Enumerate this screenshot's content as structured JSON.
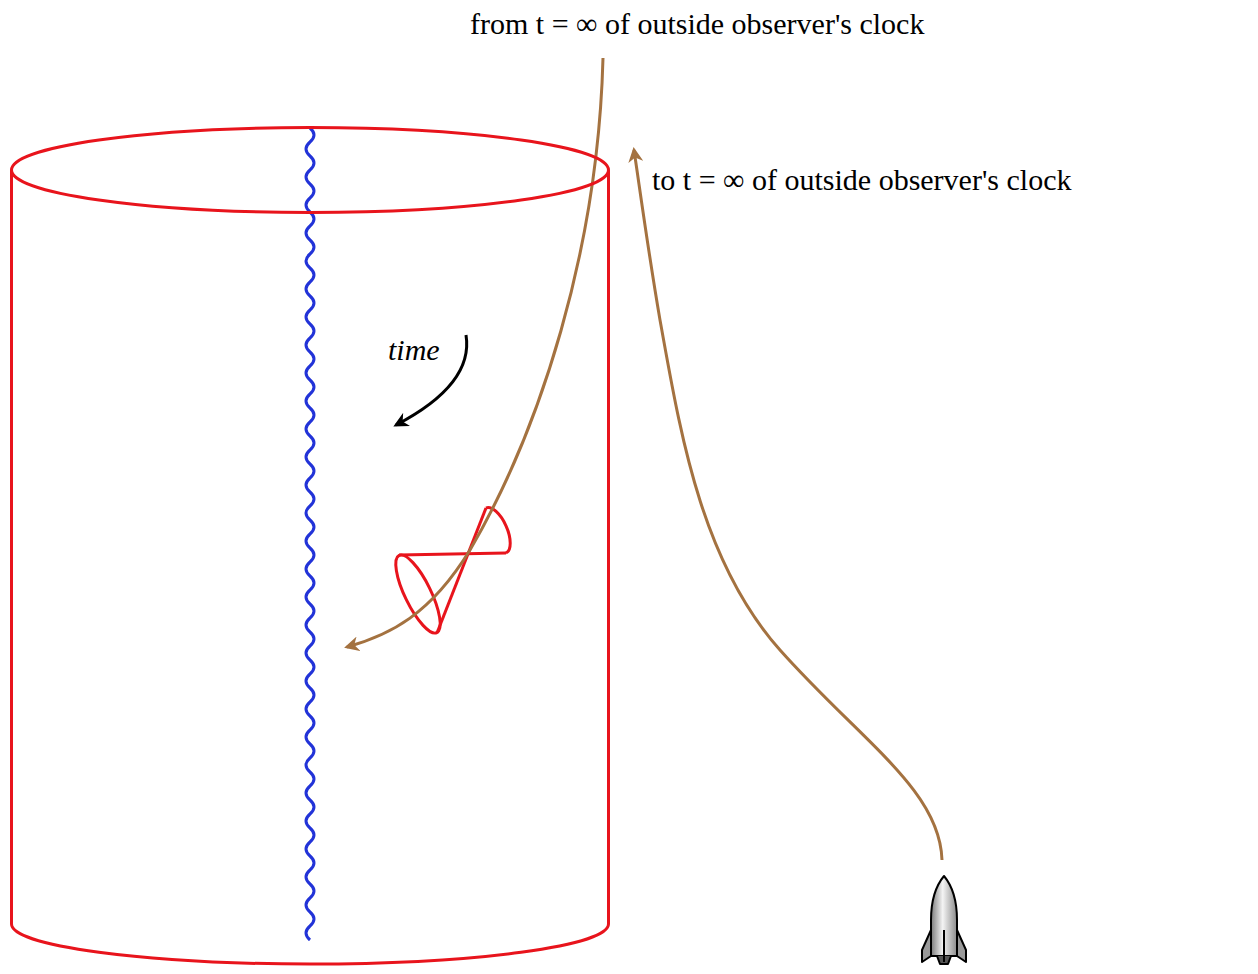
{
  "diagram": {
    "nodes": [
      {
        "text": [
          "time"
        ]
      }
    ],
    "labels": [
      "from t = ∞ of outside observer's clock",
      "to t = ∞ of outside observer's clock"
    ]
  }
}
